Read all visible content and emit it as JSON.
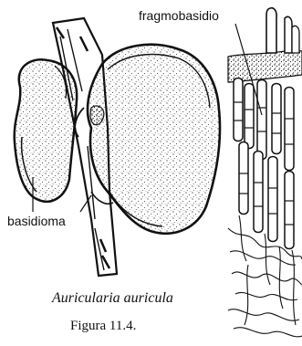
{
  "labels": {
    "fragmobasidio": "fragmobasidio",
    "basidioma": "basidioma"
  },
  "caption": {
    "species": "Auricularia auricula",
    "figure": "Figura 11.4."
  }
}
